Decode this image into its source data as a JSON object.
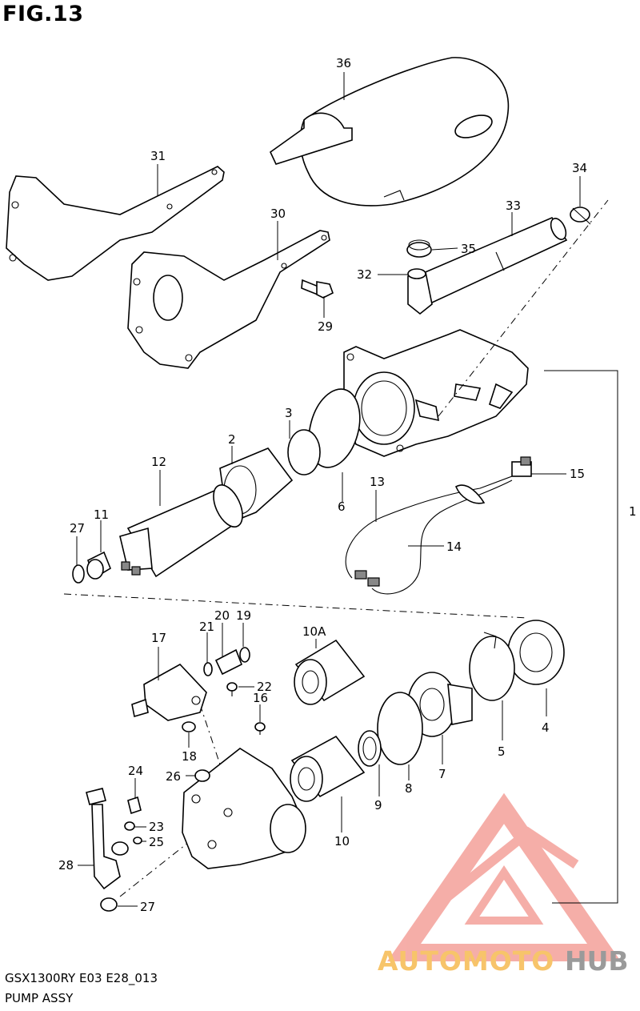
{
  "figure": {
    "title": "FIG.13"
  },
  "footer": {
    "model_code": "GSX1300RY E03 E28_013",
    "assembly_name": "PUMP ASSY"
  },
  "watermark": {
    "text_left": "AUTOMOTO",
    "text_right": "HUB",
    "color_primary": "#f4a09a",
    "color_secondary": "#f7c46a",
    "color_text_right": "#9a9a9a"
  },
  "callouts": {
    "c1": "1",
    "c2": "2",
    "c3": "3",
    "c4": "4",
    "c5": "5",
    "c6": "6",
    "c7": "7",
    "c8": "8",
    "c9": "9",
    "c10": "10",
    "c10a": "10A",
    "c11": "11",
    "c12": "12",
    "c13": "13",
    "c14": "14",
    "c15": "15",
    "c16": "16",
    "c17": "17",
    "c18": "18",
    "c19": "19",
    "c20": "20",
    "c21": "21",
    "c22": "22",
    "c23": "23",
    "c24": "24",
    "c25": "25",
    "c26": "26",
    "c27a": "27",
    "c27b": "27",
    "c28": "28",
    "c29": "29",
    "c30": "30",
    "c31": "31",
    "c32": "32",
    "c33": "33",
    "c34": "34",
    "c35": "35",
    "c36": "36"
  }
}
